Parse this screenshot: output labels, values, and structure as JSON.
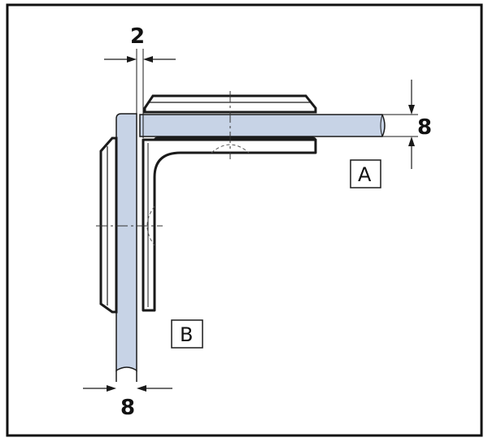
{
  "dimensions": {
    "gap": "2",
    "glass_a_thickness": "8",
    "glass_b_thickness": "8"
  },
  "labels": {
    "panel_a": "A",
    "panel_b": "B"
  },
  "colors": {
    "frame": "#111111",
    "background": "#ffffff",
    "glass": "#c7d3e6",
    "outline": "#1a1a1a"
  }
}
